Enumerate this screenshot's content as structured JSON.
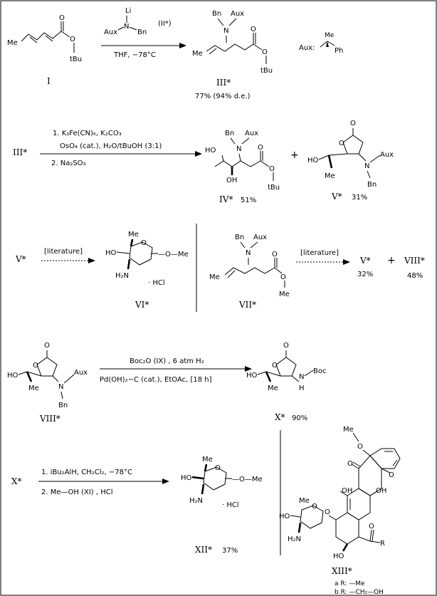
{
  "labels": {
    "cpd_I": "I",
    "cpd_II": "(II*)",
    "cpd_III": "III*",
    "cpd_III_yield": "77% (94% d.e.)",
    "cpd_III_start": "III*",
    "cpd_IV": "IV*",
    "cpd_IV_yield": "51%",
    "cpd_V": "V*",
    "cpd_V_yield": "31%",
    "cpd_V_start": "V*",
    "cpd_VI": "VI*",
    "cpd_VII": "VII*",
    "cpd_V2": "V*",
    "cpd_V2_yield": "32%",
    "cpd_VIII": "VIII*",
    "cpd_VIII_yield": "48%",
    "cpd_VIII_start": "VIII*",
    "cpd_X": "X*",
    "cpd_X_yield": "90%",
    "cpd_X_start": "X*",
    "cpd_XII": "XII*",
    "cpd_XII_yield": "37%",
    "cpd_XIII": "XIII*",
    "plus": "+"
  },
  "conditions": {
    "r1_below": "THF,  −78°C",
    "r2_line1": "1. K₃Fe(CN)₆, K₂CO₃",
    "r2_line2": "OsO₄ (cat.), H₂O/tBuOH (3:1)",
    "r2_line3": "2. Na₂SO₃",
    "r3": "[literature]",
    "r4": "[literature]",
    "r5_above": "Boc₂O  (IX) , 6 atm H₂",
    "r5_below": "Pd(OH)₂−C (cat.), EtOAc, [18 h]",
    "r6_line1": "1. iBu₂AlH,  CH₂Cl₂,  −78°C",
    "r6_line2": "2.  Me—OH  (XI) , HCl"
  },
  "atoms": {
    "me": "Me",
    "o": "O",
    "tbu": "tBu",
    "li": "Li",
    "aux": "Aux",
    "n": "N",
    "bn": "Bn",
    "aux_def": "Aux:",
    "ph": "Ph",
    "ho": "HO",
    "oh": "OH",
    "h2n": "H₂N",
    "hcl": "· HCl",
    "ome": "—O—Me",
    "meo": "Me",
    "h": "H",
    "boc": "Boc",
    "r": "R",
    "sub_a": "a R:  —Me",
    "sub_b": "b R:  —CH₂—OH"
  }
}
